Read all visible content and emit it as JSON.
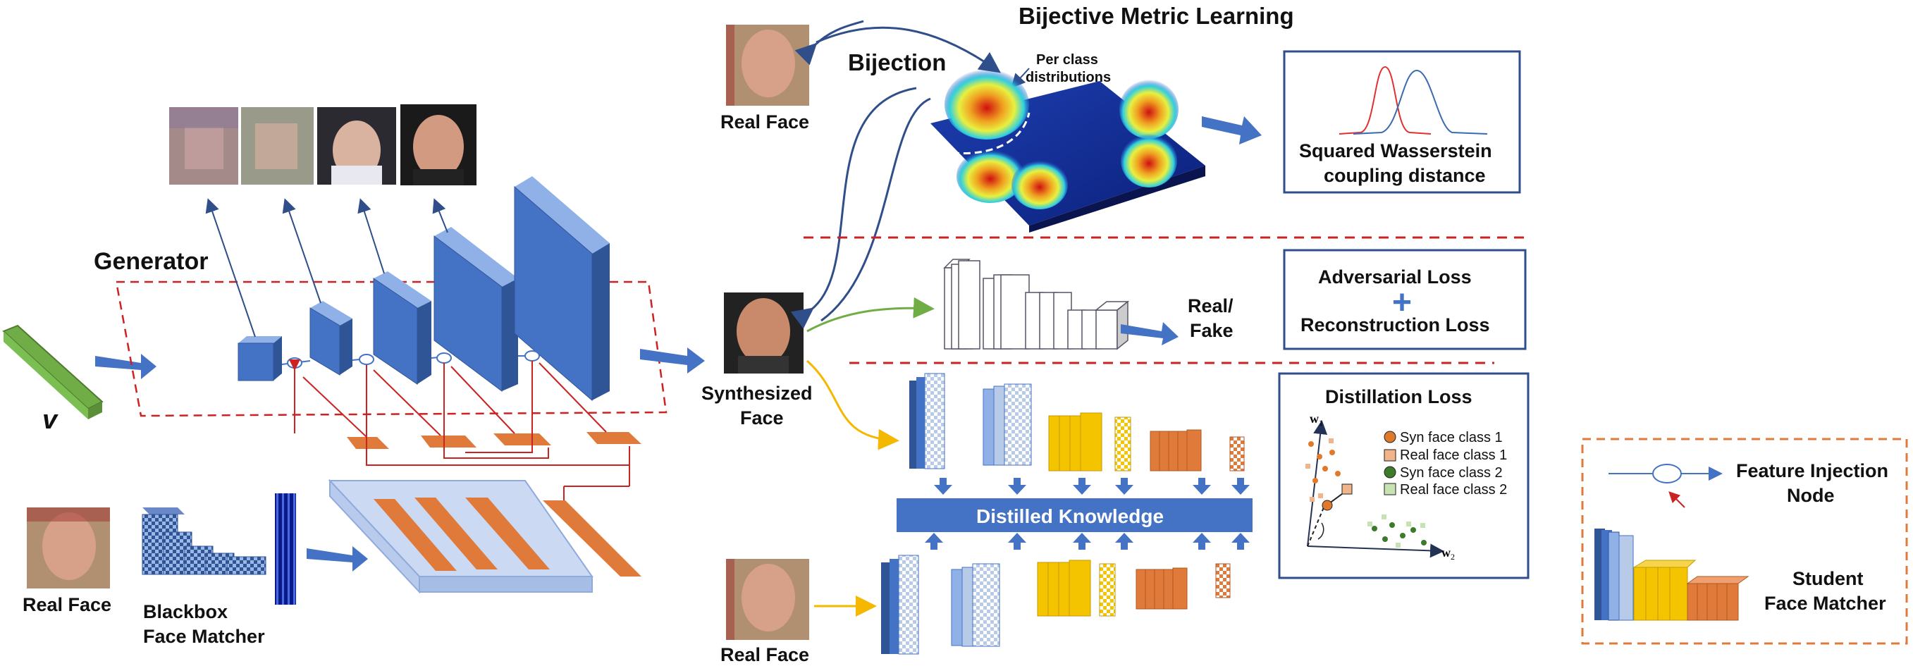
{
  "title": "Bijective Metric Learning",
  "generator_label": "Generator",
  "v_label": "v",
  "real_face_label": "Real Face",
  "blackbox_label_1": "Blackbox",
  "blackbox_label_2": "Face Matcher",
  "synth_label_1": "Synthesized",
  "synth_label_2": "Face",
  "bijection_label": "Bijection",
  "per_class_1": "Per class",
  "per_class_2": "distributions",
  "wasserstein_1": "Squared Wasserstein",
  "wasserstein_2": "coupling distance",
  "real_fake_1": "Real/",
  "real_fake_2": "Fake",
  "adv_loss": "Adversarial Loss",
  "plus": "+",
  "rec_loss": "Reconstruction Loss",
  "distilled": "Distilled Knowledge",
  "distill_loss": "Distillation Loss",
  "w1": "w",
  "w1_sub": "1",
  "w2": "w",
  "w2_sub": "2",
  "legend": [
    {
      "label": "Syn face class 1",
      "color": "#e07a2a",
      "shape": "circle"
    },
    {
      "label": "Real face class 1",
      "color": "#f2b48a",
      "shape": "square"
    },
    {
      "label": "Syn face class 2",
      "color": "#3d7a2a",
      "shape": "circle"
    },
    {
      "label": "Real face class 2",
      "color": "#c7e3b3",
      "shape": "square"
    }
  ],
  "feature_injection_1": "Feature Injection",
  "feature_injection_2": "Node",
  "student_1": "Student",
  "student_2": "Face Matcher",
  "colors": {
    "blue": "#4472c4",
    "blue_dark": "#2f5597",
    "orange": "#e07a3a",
    "red_dash": "#cc2222",
    "green": "#70ad47",
    "yellow": "#f5c400",
    "navy": "#2f4e8a"
  }
}
